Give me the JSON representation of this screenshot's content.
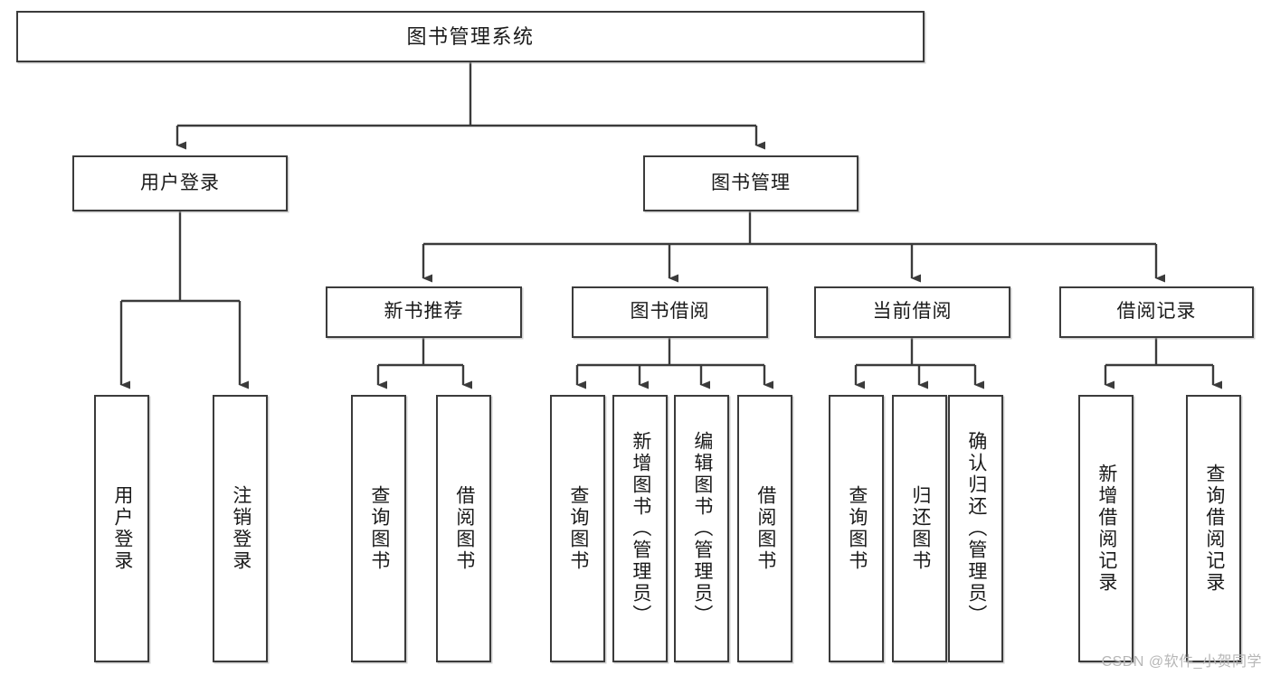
{
  "diagram": {
    "title": "图书管理系统",
    "root": {
      "label": "图书管理系统"
    },
    "level1": [
      {
        "label": "用户登录"
      },
      {
        "label": "图书管理"
      }
    ],
    "level2": [
      {
        "label": "新书推荐"
      },
      {
        "label": "图书借阅"
      },
      {
        "label": "当前借阅"
      },
      {
        "label": "借阅记录"
      }
    ],
    "leaves": {
      "user_login": [
        {
          "label": "用户登录"
        },
        {
          "label": "注销登录"
        }
      ],
      "new_book_recommend": [
        {
          "label": "查询图书"
        },
        {
          "label": "借阅图书"
        }
      ],
      "book_borrow": [
        {
          "label": "查询图书"
        },
        {
          "label": "新增图书（管理员）"
        },
        {
          "label": "编辑图书（管理员）"
        },
        {
          "label": "借阅图书"
        }
      ],
      "current_borrow": [
        {
          "label": "查询图书"
        },
        {
          "label": "归还图书"
        },
        {
          "label": "确认归还（管理员）"
        }
      ],
      "borrow_record": [
        {
          "label": "新增借阅记录"
        },
        {
          "label": "查询借阅记录"
        }
      ]
    }
  },
  "watermark": {
    "text": "CSDN @软件_小贺同学"
  },
  "colors": {
    "border": "#3b3b3b",
    "background": "#ffffff",
    "text": "#1a1a1a",
    "watermark": "#b6b6b6"
  }
}
